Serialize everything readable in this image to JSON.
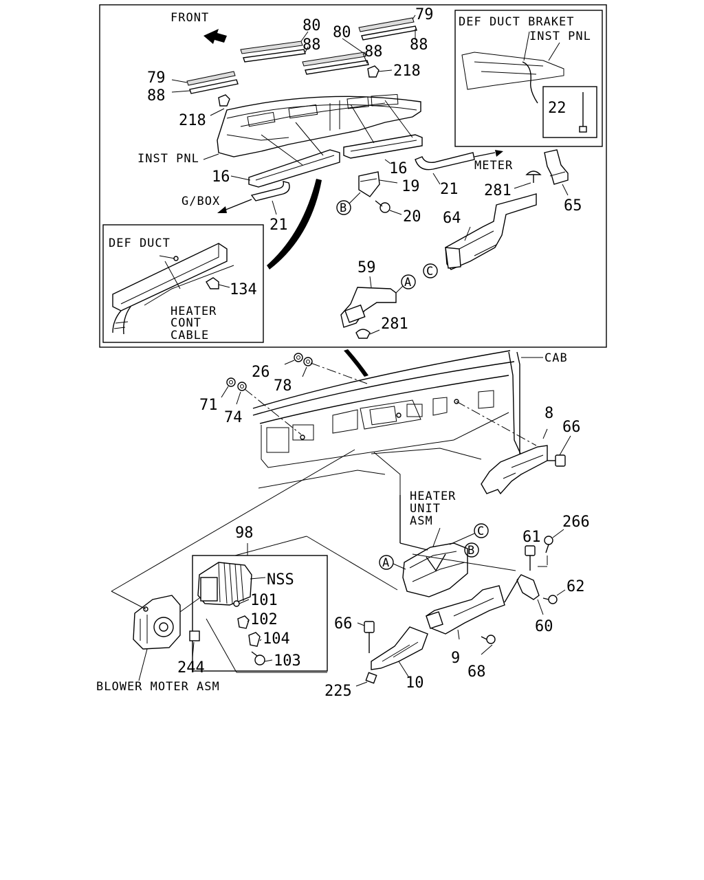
{
  "labels": {
    "front": "FRONT",
    "def_duct_braket": "DEF DUCT BRAKET",
    "inst_pnl_inset": "INST PNL",
    "inst_pnl": "INST PNL",
    "meter": "METER",
    "g_box": "G/BOX",
    "def_duct": "DEF DUCT",
    "heater": "HEATER",
    "cont": "CONT",
    "cable": "CABLE",
    "cab": "CAB",
    "heater_unit_1": "HEATER",
    "heater_unit_2": "UNIT",
    "heater_unit_3": "ASM",
    "nss": "NSS",
    "blower_moter_asm": "BLOWER MOTER ASM"
  },
  "refs": {
    "a": "A",
    "b": "B",
    "c": "C"
  },
  "parts": {
    "p80a": "80",
    "p80b": "80",
    "p79a": "79",
    "p79b": "79",
    "p88a": "88",
    "p88b": "88",
    "p88c": "88",
    "p88d": "88",
    "p218a": "218",
    "p218b": "218",
    "p22": "22",
    "p16a": "16",
    "p16b": "16",
    "p21a": "21",
    "p21b": "21",
    "p19": "19",
    "p20": "20",
    "p281a": "281",
    "p281b": "281",
    "p65": "65",
    "p64": "64",
    "p59": "59",
    "p134": "134",
    "p26": "26",
    "p78": "78",
    "p71": "71",
    "p74": "74",
    "p8": "8",
    "p66a": "66",
    "p66b": "66",
    "p98": "98",
    "p101": "101",
    "p102": "102",
    "p104": "104",
    "p103": "103",
    "p61": "61",
    "p266": "266",
    "p62": "62",
    "p60": "60",
    "p9": "9",
    "p68": "68",
    "p10": "10",
    "p225": "225",
    "p244": "244"
  }
}
